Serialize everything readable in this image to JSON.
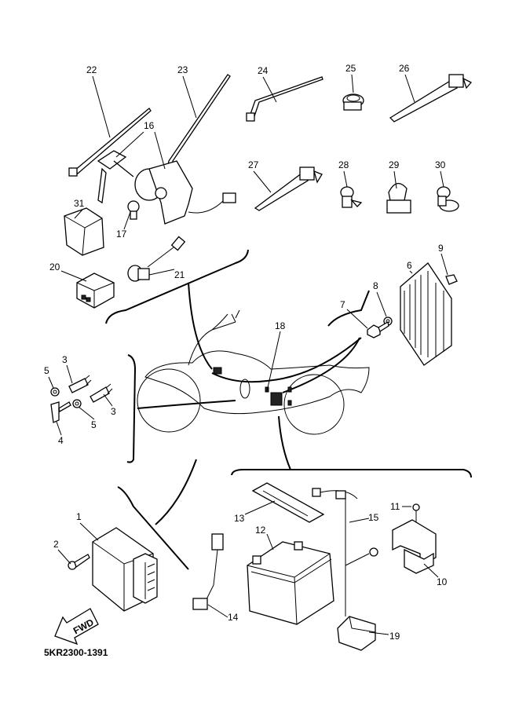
{
  "diagram_code": "5KR2300-1391",
  "fwd_label": "FWD",
  "callouts": [
    "22",
    "23",
    "24",
    "25",
    "26",
    "16",
    "27",
    "28",
    "29",
    "30",
    "31",
    "17",
    "20",
    "21",
    "9",
    "6",
    "8",
    "7",
    "18",
    "3",
    "5",
    "3",
    "5",
    "4",
    "1",
    "2",
    "13",
    "12",
    "15",
    "11",
    "10",
    "14",
    "19"
  ]
}
